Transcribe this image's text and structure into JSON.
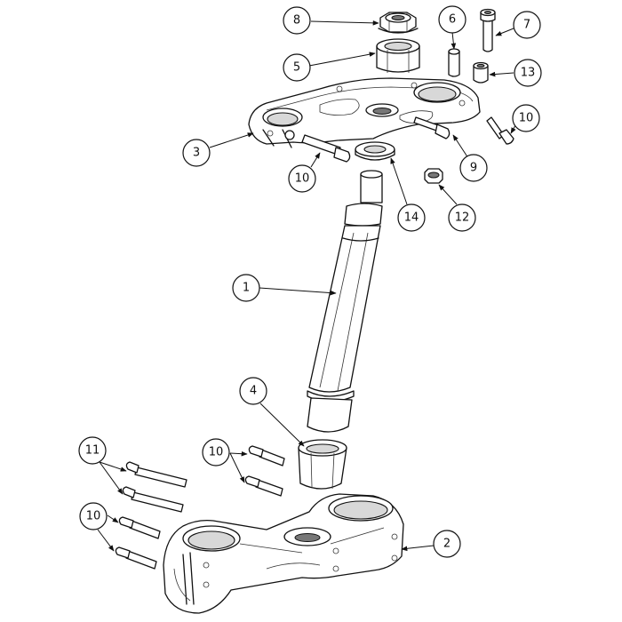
{
  "callouts": [
    {
      "label": "8"
    },
    {
      "label": "6"
    },
    {
      "label": "7"
    },
    {
      "label": "5"
    },
    {
      "label": "13"
    },
    {
      "label": "10"
    },
    {
      "label": "3"
    },
    {
      "label": "9"
    },
    {
      "label": "10"
    },
    {
      "label": "14"
    },
    {
      "label": "12"
    },
    {
      "label": "1"
    },
    {
      "label": "4"
    },
    {
      "label": "11"
    },
    {
      "label": "10"
    },
    {
      "label": "10"
    },
    {
      "label": "2"
    }
  ]
}
